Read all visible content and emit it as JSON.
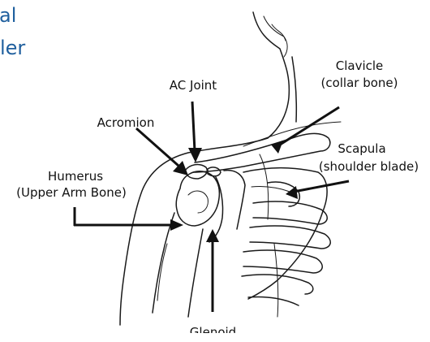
{
  "title": {
    "line1": "al",
    "line2": "ler"
  },
  "labels": {
    "clavicle": "Clavicle",
    "clavicle_sub": "(collar bone)",
    "ac_joint": "AC Joint",
    "acromion": "Acromion",
    "scapula": "Scapula",
    "scapula_sub": "(shoulder blade)",
    "humerus": "Humerus",
    "humerus_sub": "(Upper Arm Bone)",
    "glenoid": "Glenoid"
  },
  "colors": {
    "title": "#1f5f9e",
    "ink": "#111111"
  }
}
